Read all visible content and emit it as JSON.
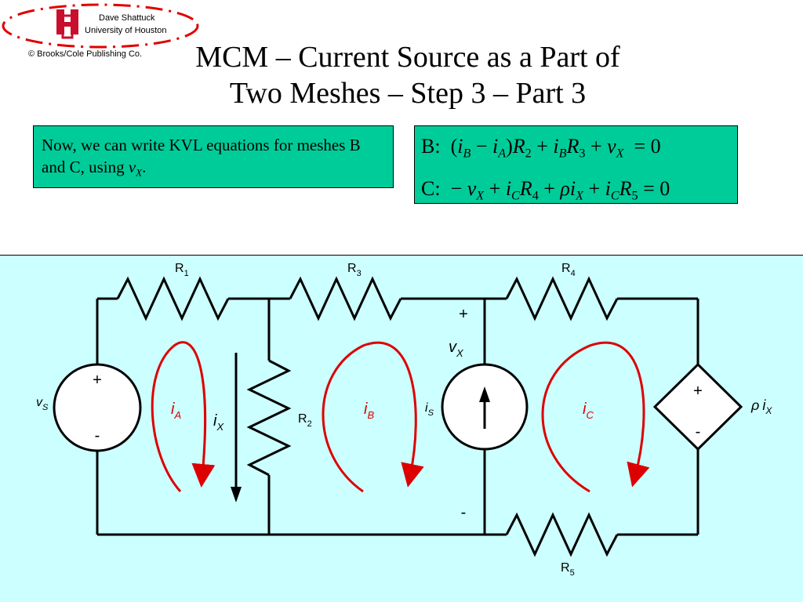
{
  "header": {
    "author": "Dave Shattuck",
    "affiliation": "University of Houston",
    "copyright": "© Brooks/Cole Publishing Co."
  },
  "title": {
    "line1": "MCM – Current Source as a Part of",
    "line2": "Two Meshes – Step 3 – Part 3"
  },
  "note": {
    "text": "Now, we can write KVL equations for meshes B and C, using ",
    "var": "v",
    "var_sub": "X",
    "end": "."
  },
  "equations": {
    "b_label": "B:",
    "c_label": "C:",
    "rhs": "0"
  },
  "circuit": {
    "background": "#ccffff",
    "mesh_color": "#dd0000",
    "labels": {
      "R1": "R",
      "R1_sub": "1",
      "R2": "R",
      "R2_sub": "2",
      "R3": "R",
      "R3_sub": "3",
      "R4": "R",
      "R4_sub": "4",
      "R5": "R",
      "R5_sub": "5",
      "vS": "v",
      "vS_sub": "S",
      "iS": "i",
      "iS_sub": "S",
      "vX": "v",
      "vX_sub": "X",
      "iX": "i",
      "iX_sub": "X",
      "iA": "i",
      "iA_sub": "A",
      "iB": "i",
      "iB_sub": "B",
      "iC": "i",
      "iC_sub": "C",
      "rho": "ρ",
      "rho_i": "i",
      "rho_sub": "X",
      "plus": "+",
      "minus": "-"
    }
  }
}
